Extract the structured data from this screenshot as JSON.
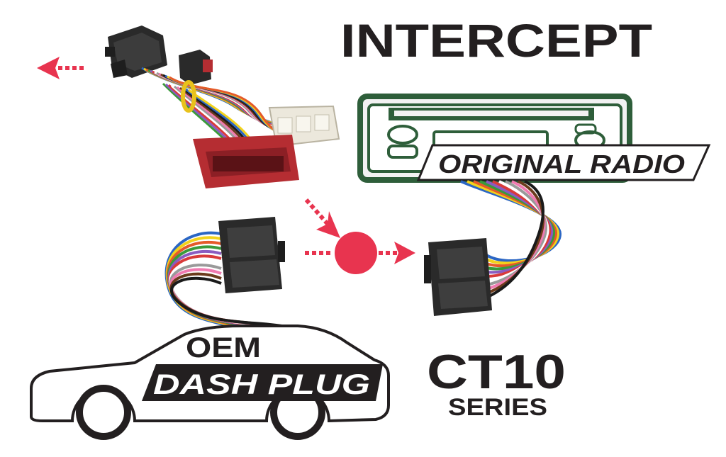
{
  "title": "INTERCEPT",
  "radio": {
    "label": "ORIGINAL RADIO"
  },
  "dash": {
    "line1": "OEM",
    "line2": "DASH PLUG"
  },
  "product": {
    "model": "CT10",
    "series": "SERIES"
  },
  "colors": {
    "arrow": "#e8344f",
    "text": "#231f20",
    "radio_green": "#2e5e3a",
    "connector_red": "#b52d32",
    "connector_black": "#2a2a2a",
    "connector_white": "#ece8dc"
  },
  "wire_colors": [
    "#2b66c4",
    "#f2d21b",
    "#e45a2a",
    "#3a9a3a",
    "#8a5bc0",
    "#d83a3a",
    "#ffffff",
    "#9a9a9a",
    "#f07ab0",
    "#6b3b1c",
    "#1a1a1a"
  ],
  "icons": [
    "arrow-left-icon",
    "arrow-down-right-icon",
    "arrow-right-icon",
    "junction-dot-icon"
  ]
}
